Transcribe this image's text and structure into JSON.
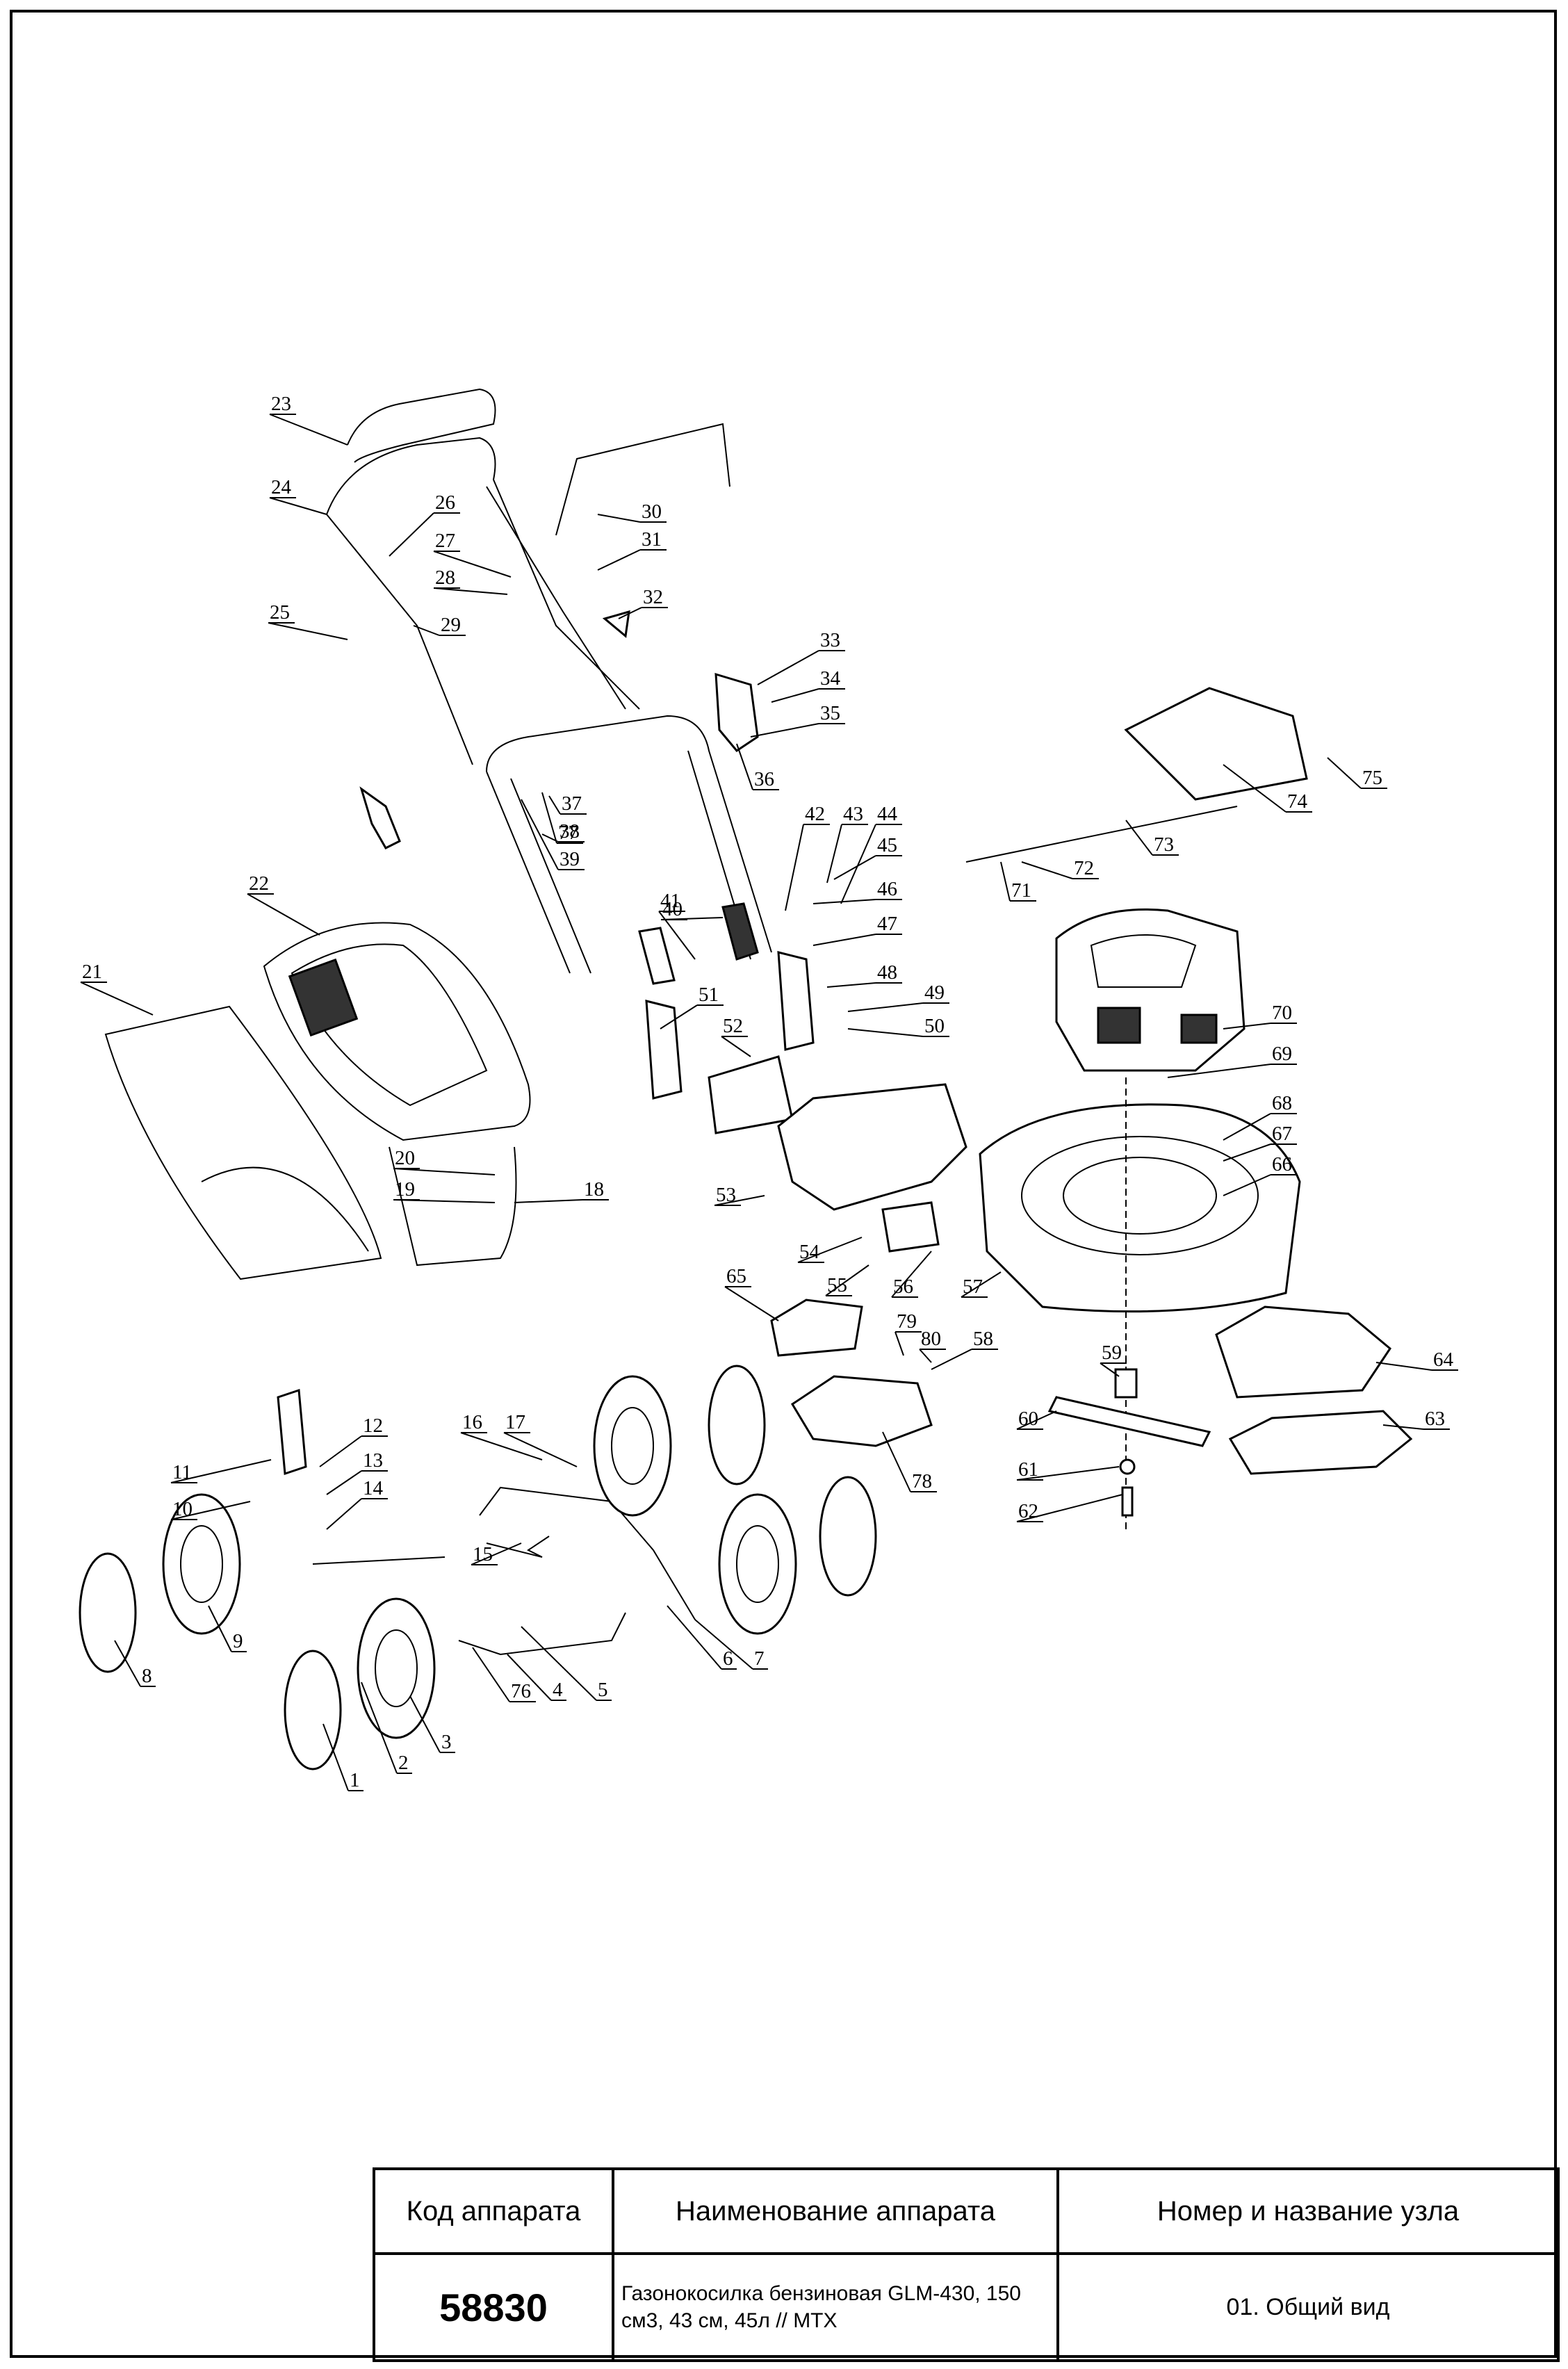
{
  "callouts": [
    "1",
    "2",
    "3",
    "4",
    "5",
    "6",
    "7",
    "8",
    "9",
    "10",
    "11",
    "12",
    "13",
    "14",
    "15",
    "16",
    "17",
    "18",
    "19",
    "20",
    "21",
    "22",
    "23",
    "24",
    "25",
    "26",
    "27",
    "28",
    "29",
    "30",
    "31",
    "32",
    "33",
    "34",
    "35",
    "36",
    "37",
    "38",
    "39",
    "40",
    "41",
    "42",
    "43",
    "44",
    "45",
    "46",
    "47",
    "48",
    "49",
    "50",
    "51",
    "52",
    "53",
    "54",
    "55",
    "56",
    "57",
    "58",
    "59",
    "60",
    "61",
    "62",
    "63",
    "64",
    "65",
    "66",
    "67",
    "68",
    "69",
    "70",
    "71",
    "72",
    "73",
    "74",
    "75",
    "76",
    "77",
    "78",
    "79",
    "80"
  ],
  "table": {
    "headers": {
      "code": "Код аппарата",
      "device_name": "Наименование аппарата",
      "unit": "Номер и название узла"
    },
    "values": {
      "code": "58830",
      "device_name": "Газонокосилка бензиновая GLM-430, 150 см3, 43 см, 45л // MTX",
      "unit": "01. Общий вид"
    }
  }
}
